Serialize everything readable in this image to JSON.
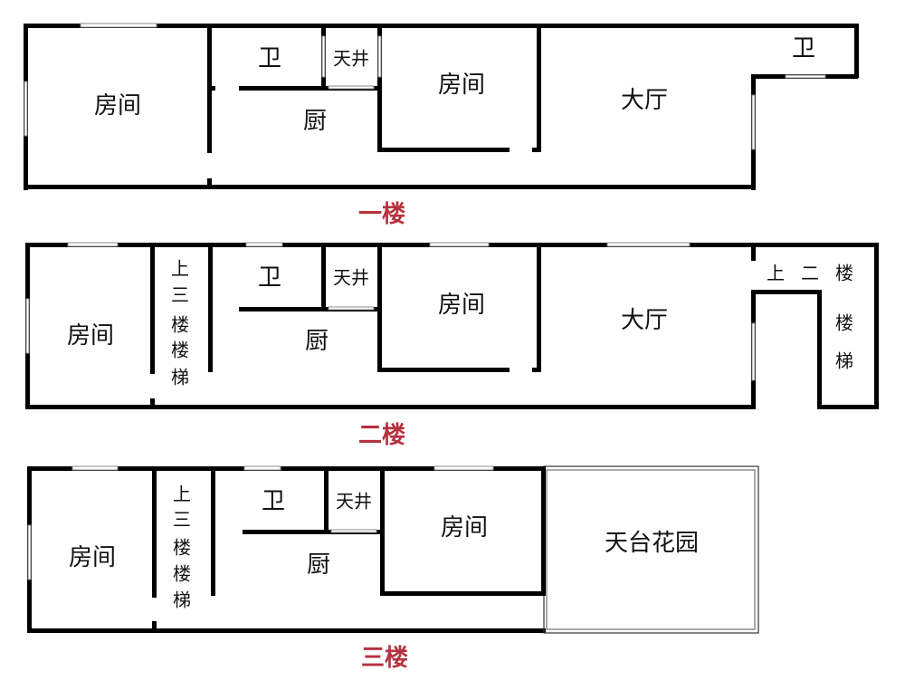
{
  "floors": [
    {
      "title": "一楼",
      "rooms": {
        "room_left": "房间",
        "bath": "卫",
        "skylight": "天井",
        "kitchen": "厨",
        "room_mid": "房间",
        "hall": "大厅",
        "bath_right": "卫"
      }
    },
    {
      "title": "二楼",
      "rooms": {
        "room_left": "房间",
        "stairs_up": [
          "上",
          "三",
          "楼",
          "楼",
          "梯"
        ],
        "bath": "卫",
        "skylight": "天井",
        "kitchen": "厨",
        "room_mid": "房间",
        "hall": "大厅",
        "stairs_right": [
          "上",
          "二",
          "楼",
          "楼",
          "梯"
        ]
      }
    },
    {
      "title": "三楼",
      "rooms": {
        "room_left": "房间",
        "stairs_up": [
          "上",
          "三",
          "楼",
          "楼",
          "梯"
        ],
        "bath": "卫",
        "skylight": "天井",
        "kitchen": "厨",
        "room_mid": "房间",
        "terrace": "天台花园"
      }
    }
  ],
  "colors": {
    "wall": "#000000",
    "floor_label": "#b5323f"
  }
}
